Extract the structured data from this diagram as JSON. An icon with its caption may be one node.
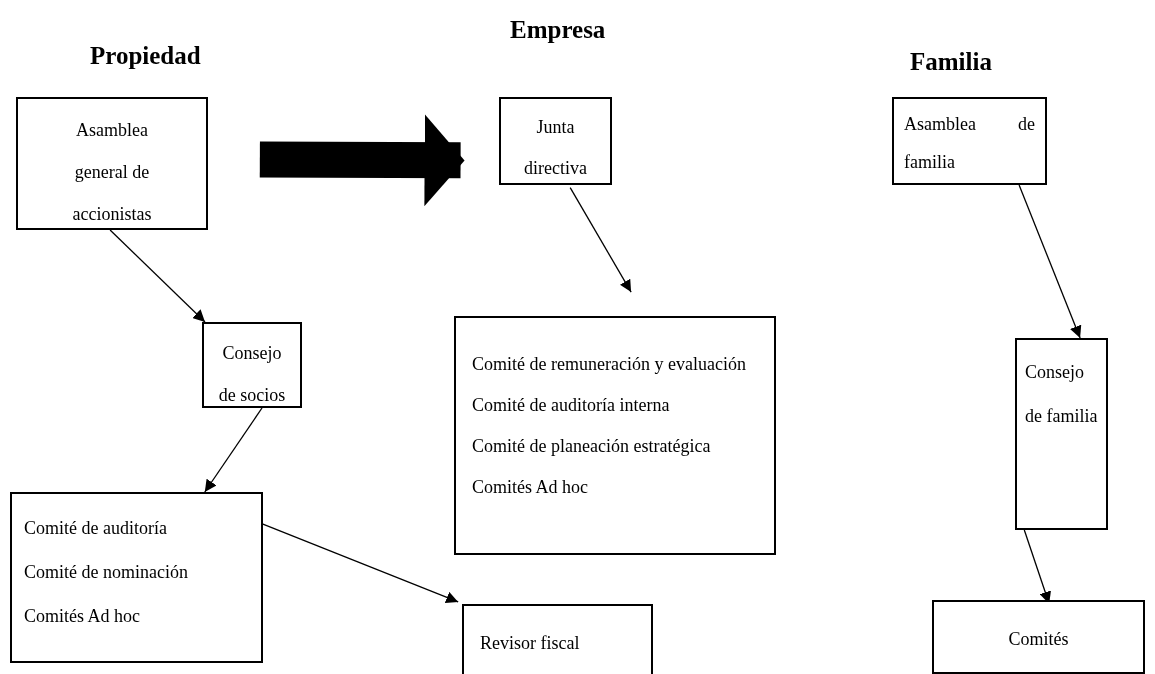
{
  "diagram": {
    "nodes": [
      {
        "text": [
          "Asamblea general de accionistas"
        ]
      },
      {
        "text": [
          "Junta directiva"
        ]
      },
      {
        "text": [
          "Asamblea de familia"
        ]
      },
      {
        "text": [
          "Consejo de socios"
        ]
      },
      {
        "text": [
          "Comité de remuneración y evaluación",
          "Comité de auditoría interna",
          "Comité de planeación estratégica",
          "Comités Ad hoc"
        ]
      },
      {
        "text": [
          "Comité de auditoría",
          "Comité de nominación",
          "Comités Ad hoc"
        ]
      },
      {
        "text": [
          "Consejo de familia"
        ]
      },
      {
        "text": [
          "Revisor fiscal"
        ]
      },
      {
        "text": [
          "Comités"
        ]
      }
    ],
    "edges": [
      {
        "from": 0,
        "to": 3,
        "arrow": "to"
      },
      {
        "from": 0,
        "to": 1,
        "arrow": "to",
        "style": "thick"
      },
      {
        "from": 1,
        "to": 4,
        "arrow": "to"
      },
      {
        "from": 3,
        "to": 5,
        "arrow": "to"
      },
      {
        "from": 5,
        "to": 7,
        "arrow": "to"
      },
      {
        "from": 2,
        "to": 6,
        "arrow": "to"
      },
      {
        "from": 6,
        "to": 8,
        "arrow": "to"
      }
    ],
    "labels": [
      "Propiedad",
      "Empresa",
      "Familia"
    ]
  }
}
